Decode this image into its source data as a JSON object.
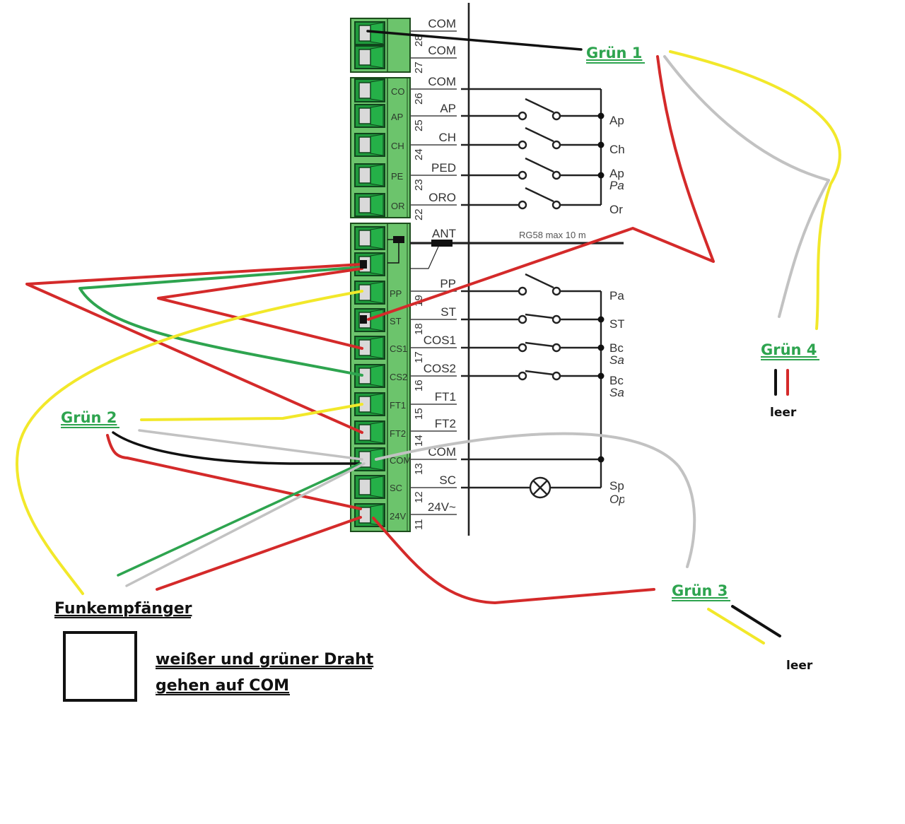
{
  "labels": {
    "gruen1": "Grün 1",
    "gruen2": "Grün 2",
    "gruen3": "Grün 3",
    "gruen4": "Grün 4",
    "leer1": "leer",
    "leer2": "leer",
    "funkempfaenger": "Funkempfänger",
    "note_line1": "weißer und grüner Draht",
    "note_line2": "gehen auf COM"
  },
  "terminal_block": {
    "top_group": [
      {
        "number": "28",
        "name": "COM"
      },
      {
        "number": "27",
        "name": "COM"
      }
    ],
    "middle_group": [
      {
        "number": "26",
        "pin": "CO",
        "name": "COM"
      },
      {
        "number": "25",
        "pin": "AP",
        "name": "AP"
      },
      {
        "number": "24",
        "pin": "CH",
        "name": "CH"
      },
      {
        "number": "23",
        "pin": "PE",
        "name": "PED"
      },
      {
        "number": "22",
        "pin": "OR",
        "name": "ORO"
      }
    ],
    "bottom_group": [
      {
        "number": "",
        "pin": "",
        "name": "ANT"
      },
      {
        "number": "",
        "pin": "",
        "name": ""
      },
      {
        "number": "19",
        "pin": "PP",
        "name": "PP"
      },
      {
        "number": "18",
        "pin": "ST",
        "name": "ST"
      },
      {
        "number": "17",
        "pin": "CS1",
        "name": "COS1"
      },
      {
        "number": "16",
        "pin": "CS2",
        "name": "COS2"
      },
      {
        "number": "15",
        "pin": "FT1",
        "name": "FT1"
      },
      {
        "number": "14",
        "pin": "FT2",
        "name": "FT2"
      },
      {
        "number": "13",
        "pin": "COM",
        "name": "COM"
      },
      {
        "number": "12",
        "pin": "SC",
        "name": "SC"
      },
      {
        "number": "11",
        "pin": "24V",
        "name": "24V~"
      }
    ]
  },
  "schematic": {
    "antenna_cable": "RG58 max 10 m",
    "side_labels": [
      {
        "text": "Ap",
        "sub": ""
      },
      {
        "text": "Ch",
        "sub": ""
      },
      {
        "text": "Ap",
        "sub": "Pa"
      },
      {
        "text": "Or",
        "sub": ""
      },
      {
        "text": "Pa",
        "sub": ""
      },
      {
        "text": "ST",
        "sub": ""
      },
      {
        "text": "Bc",
        "sub": "Sa"
      },
      {
        "text": "Bc",
        "sub": "Sa"
      },
      {
        "text": "Sp",
        "sub": "Op"
      }
    ]
  },
  "colors": {
    "board_light": "#6cc46c",
    "board_dark": "#1f9a3c",
    "wire_red": "#d42a2a",
    "wire_green": "#2ea44f",
    "wire_yellow": "#f2e82a",
    "wire_gray": "#c2c2c2",
    "wire_black": "#111111",
    "label_green": "#2ea44f"
  }
}
